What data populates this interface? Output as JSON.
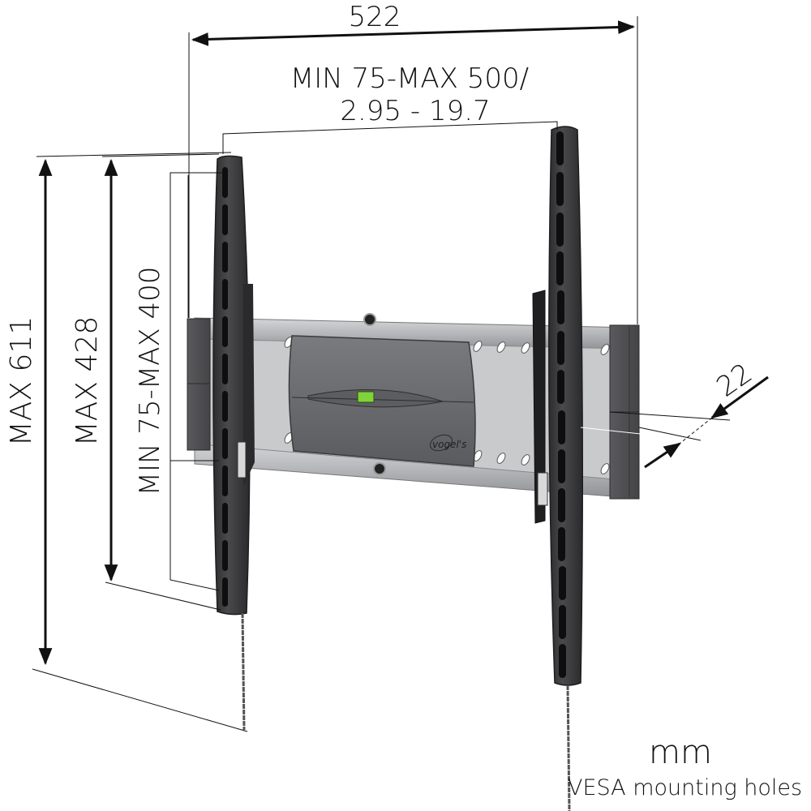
{
  "diagram": {
    "subject": "Flat TV wall mount with two vertical arms and a horizontal wall plate",
    "brand": "vogel's",
    "dimensions": {
      "overall_width": {
        "value": "522",
        "orientation": "horizontal"
      },
      "vesa_horizontal": {
        "line1": "MIN 75-MAX 500/",
        "line2": "2.95 - 19.7"
      },
      "overall_height": {
        "label": "MAX 611",
        "orientation": "vertical"
      },
      "arm_height": {
        "label": "MAX 428",
        "orientation": "vertical"
      },
      "vesa_vertical": {
        "label": "MIN 75-MAX 400",
        "orientation": "vertical"
      },
      "wall_distance": {
        "value": "22",
        "orientation": "diagonal"
      }
    },
    "legend": {
      "unit": "mm",
      "caption": "VESA mounting holes"
    },
    "colors": {
      "arm": "#3a3a3c",
      "arm_slot": "#0e0e0e",
      "rail": "#b9bbbd",
      "center_plate": "#6b6c6f",
      "level_bubble": "#7fd23a",
      "dimension_line": "#111111"
    }
  }
}
